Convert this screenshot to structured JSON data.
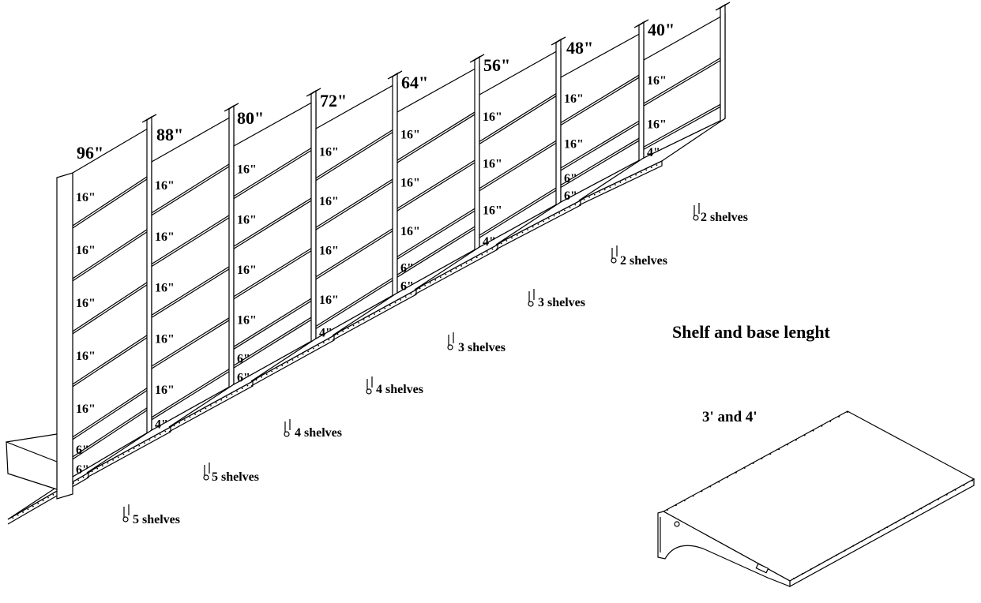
{
  "units": [
    {
      "height": "96\"",
      "shelves": "5 shelves",
      "slots": [
        "16\"",
        "16\"",
        "16\"",
        "16\"",
        "16\"",
        "6\"",
        "6\""
      ]
    },
    {
      "height": "88\"",
      "shelves": "5 shelves",
      "slots": [
        "16\"",
        "16\"",
        "16\"",
        "16\"",
        "16\"",
        "4\""
      ]
    },
    {
      "height": "80\"",
      "shelves": "4 shelves",
      "slots": [
        "16\"",
        "16\"",
        "16\"",
        "16\"",
        "6\"",
        "6\""
      ]
    },
    {
      "height": "72\"",
      "shelves": "4 shelves",
      "slots": [
        "16\"",
        "16\"",
        "16\"",
        "16\"",
        "4\""
      ]
    },
    {
      "height": "64\"",
      "shelves": "3 shelves",
      "slots": [
        "16\"",
        "16\"",
        "16\"",
        "6\"",
        "6\""
      ]
    },
    {
      "height": "56\"",
      "shelves": "3 shelves",
      "slots": [
        "16\"",
        "16\"",
        "16\"",
        "4\""
      ]
    },
    {
      "height": "48\"",
      "shelves": "2 shelves",
      "slots": [
        "16\"",
        "16\"",
        "6\"",
        "6\""
      ]
    },
    {
      "height": "40\"",
      "shelves": "2 shelves",
      "slots": [
        "16\"",
        "16\"",
        "4\""
      ]
    }
  ],
  "inset": {
    "title": "Shelf and base lenght",
    "subtitle": "3' and 4'"
  }
}
